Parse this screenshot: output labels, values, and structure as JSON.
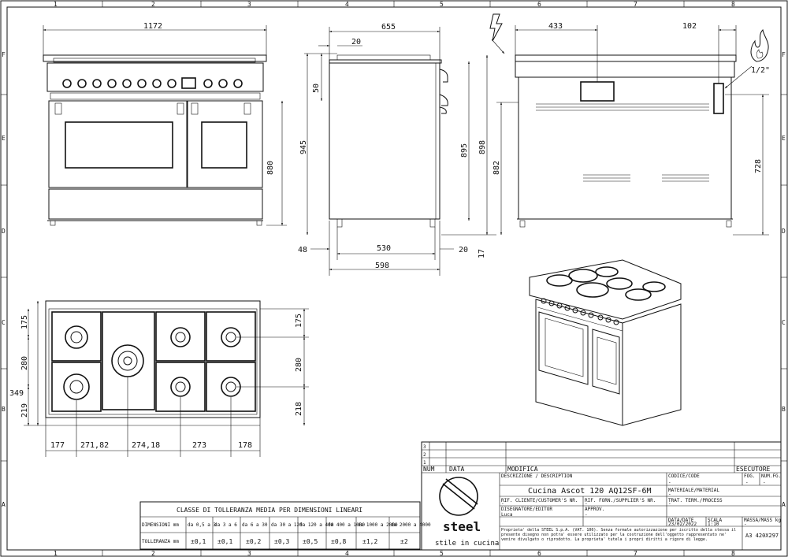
{
  "frame": {
    "columns": [
      "1",
      "2",
      "3",
      "4",
      "5",
      "6",
      "7",
      "8"
    ],
    "rows": [
      "F",
      "E",
      "D",
      "C",
      "B",
      "A"
    ]
  },
  "front_view": {
    "width": "1172",
    "height": "880"
  },
  "side_view": {
    "depth_top": "655",
    "offset_top": "20",
    "dim_50": "50",
    "height_945": "945",
    "height_895": "895",
    "height_898": "898",
    "foot_48": "48",
    "depth_530": "530",
    "dim_20": "20",
    "depth_598": "598"
  },
  "rear_view": {
    "dim_433": "433",
    "dim_102": "102",
    "dim_17": "17",
    "dim_882": "882",
    "dim_728": "728",
    "gas_fitting": "1/2\""
  },
  "top_view": {
    "d175a": "175",
    "d175b": "175",
    "d280a": "280",
    "d280b": "280",
    "d219": "219",
    "d218": "218",
    "d349": "349",
    "w177": "177",
    "w271": "271,82",
    "w274": "274,18",
    "w273": "273",
    "w178": "178"
  },
  "tolerance_table": {
    "title": "CLASSE DI TOLLERANZA MEDIA PER DIMENSIONI LINEARI",
    "row1_label": "DIMENSIONI mm",
    "row2_label": "TOLLERANZA mm",
    "ranges": [
      "da 0,5 a 3",
      "da 3 a 6",
      "da 6 a 30",
      "da 30 a 120",
      "da 120 a 400",
      "da 400 a 1000",
      "da 1000 a 2000",
      "da 2000 a 4000"
    ],
    "tolerances": [
      "±0,1",
      "±0,1",
      "±0,2",
      "±0,3",
      "±0,5",
      "±0,8",
      "±1,2",
      "±2"
    ]
  },
  "title_block": {
    "rev_rows": [
      "3",
      "2",
      "1"
    ],
    "col_num": "NUM",
    "col_data": "DATA",
    "col_modifica": "MODIFICA",
    "col_esecutore": "ESECUTORE",
    "desc_label": "DESCRIZIONE / DESCRIPTION",
    "desc_value": "Cucina Ascot 120 AQ12SF-6M",
    "code_label": "CODICE/CODE",
    "code_value": "-",
    "foglio_label": "FOG.",
    "numfg_label": "NUM.FG.",
    "foglio_value": "-",
    "numfg_value": "-",
    "material_label": "MATERIALE/MATERIAL",
    "material_value": "-",
    "ref_client_label": "RIF. CLIENTE/CUSTOMER'S NR.",
    "ref_client_value": "-",
    "ref_supplier_label": "RIF. FORN./SUPPLIER'S NR.",
    "ref_supplier_value": "-",
    "treat_label": "TRAT. TERM./PROCESS",
    "treat_value": "-",
    "designer_label": "DISEGNATORE/EDITOR",
    "designer_value": "Luca",
    "approved_label": "APPROV.",
    "approved_value": "-",
    "date_label": "DATA/DATE",
    "date_value": "23/02/2022",
    "scale_label": "SCALA",
    "scale_value": "1:10",
    "mass_label": "MASSA/MASS kg",
    "mass_value": "-",
    "format": "A3 420X297",
    "company_tagline": "stile in cucina",
    "company_name": "steel",
    "legal": "Proprieta' della STEEL S.p.A. (VAT. 100). Senza formale autorizzazione per iscritto della stessa il presente disegno non potra' essere utilizzato per la costruzione dell'oggetto rappresentato ne' venire divulgato o riprodotto. La proprieta' tutela i propri diritti a rigore di legge."
  }
}
